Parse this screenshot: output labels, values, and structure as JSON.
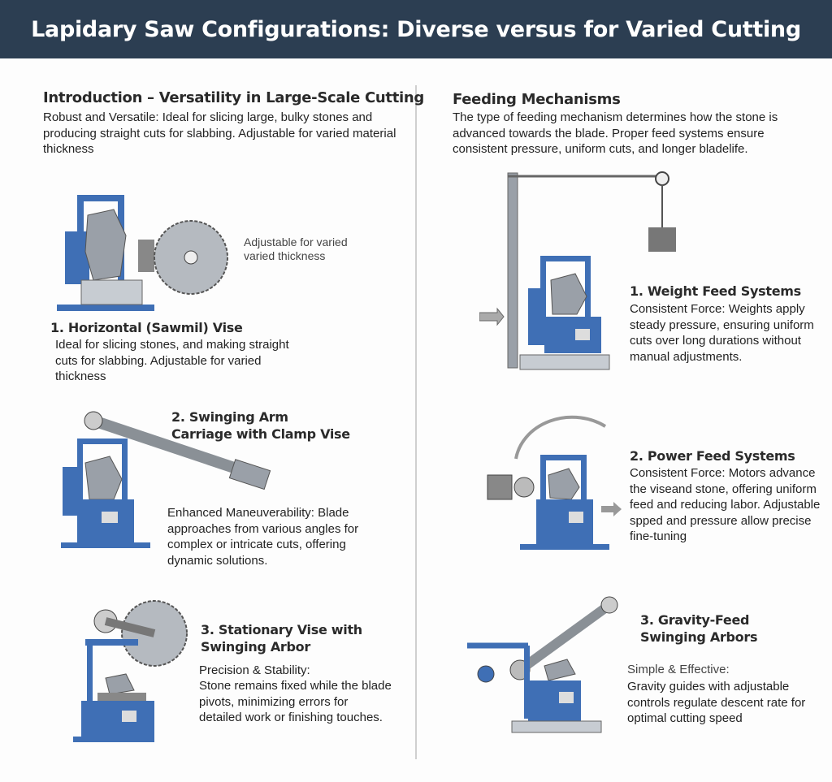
{
  "header": {
    "title": "Lapidary Saw Configurations: Diverse versus for Varied Cutting"
  },
  "left": {
    "intro_title": "Introduction – Versatility in Large-Scale Cutting",
    "intro_body": "Robust and Versatile: Ideal for slicing large, bulky stones and producing straight cuts for slabbing. Adjustable for varied material thickness",
    "callout": "Adjustable for varied varied thickness",
    "sections": [
      {
        "title": "1. Horizontal (Sawmil) Vise",
        "body": "Ideal for slicing stones, and making straight cuts for slabbing. Adjustable for varied thickness"
      },
      {
        "title": "2. Swinging Arm Carriage with Clamp Vise",
        "body": "Enhanced Maneuverability: Blade approaches from various angles for complex or intricate cuts, offering dynamic solutions."
      },
      {
        "title": "3. Stationary Vise with Swinging Arbor",
        "subtitle": "Precision & Stability:",
        "body": "Stone remains fixed while the blade pivots, minimizing errors for detailed work or finishing touches."
      }
    ]
  },
  "right": {
    "title": "Feeding Mechanisms",
    "body": "The type of feeding mechanism determines how the stone is advanced towards the blade. Proper feed systems ensure consistent pressure, uniform cuts, and longer bladelife.",
    "sections": [
      {
        "title": "1. Weight Feed Systems",
        "body": "Consistent Force: Weights apply steady pressure, ensuring uniform cuts over long durations without manual adjustments."
      },
      {
        "title": "2. Power Feed Systems",
        "body": "Consistent Force: Motors advance the viseand stone, offering uniform feed and reducing labor. Adjustable spped and pressure allow precise fine-tuning"
      },
      {
        "title": "3. Gravity-Feed Swinging Arbors",
        "subtitle": "Simple & Effective:",
        "body": "Gravity guides with adjustable controls regulate descent rate for optimal cutting speed"
      }
    ]
  },
  "colors": {
    "header": "#2c3e52",
    "machine_blue": "#3f6fb5",
    "steel": "#9aa0a8"
  }
}
